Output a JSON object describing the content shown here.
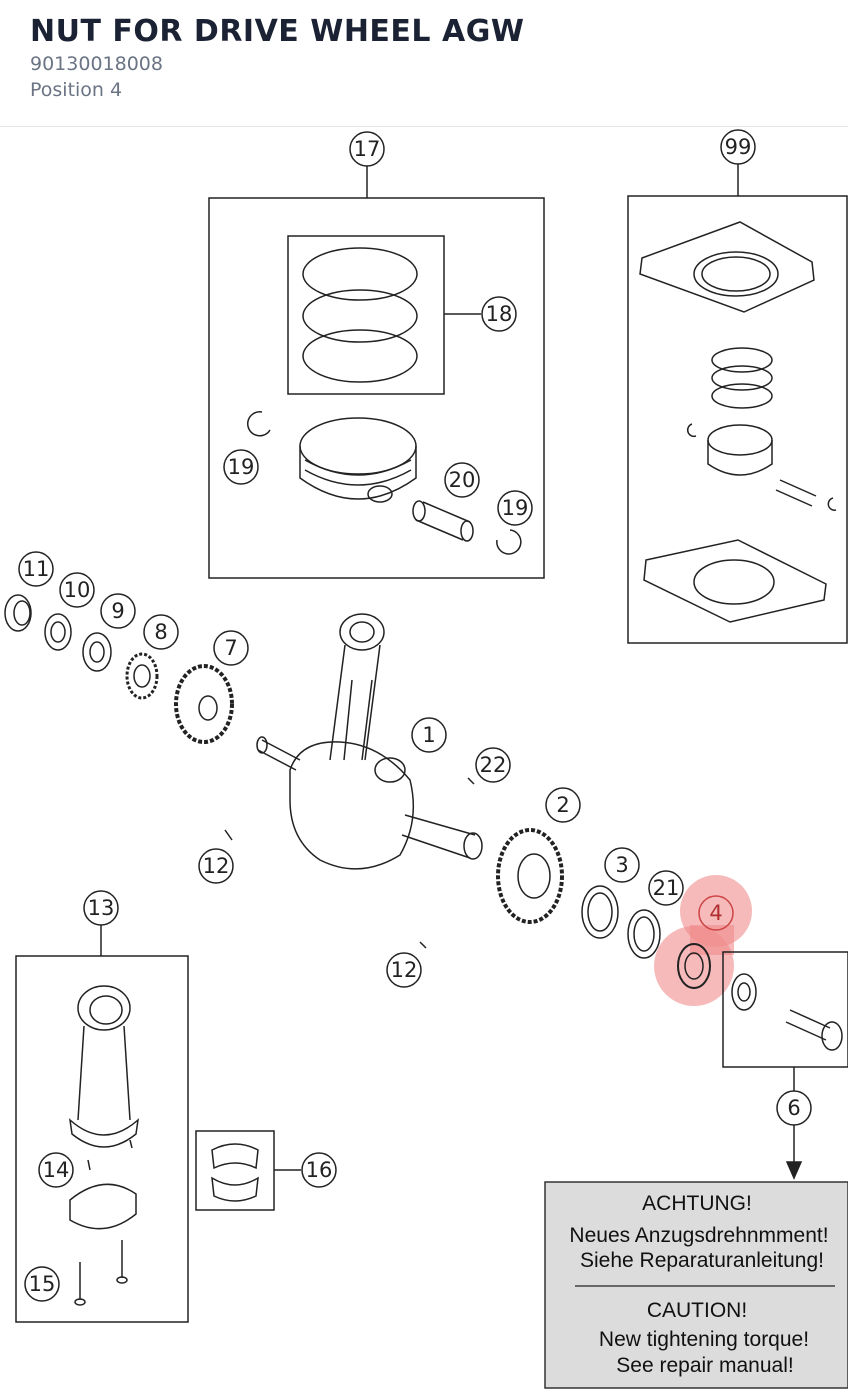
{
  "header": {
    "title": "NUT FOR DRIVE WHEEL AGW",
    "part_number": "90130018008",
    "position": "Position 4"
  },
  "selected_position": "4",
  "highlight_color": "#f08c8c",
  "callouts": [
    "17",
    "18",
    "19",
    "20",
    "19",
    "99",
    "11",
    "10",
    "9",
    "8",
    "7",
    "1",
    "22",
    "2",
    "3",
    "21",
    "4",
    "12",
    "12",
    "13",
    "14",
    "15",
    "16",
    "6"
  ],
  "warning": {
    "de_title": "ACHTUNG!",
    "de_line1": "Neues Anzugsdrehnmment!",
    "de_line2": "Siehe Reparaturanleitung!",
    "en_title": "CAUTION!",
    "en_line1": "New tightening torque!",
    "en_line2": "See repair manual!"
  }
}
